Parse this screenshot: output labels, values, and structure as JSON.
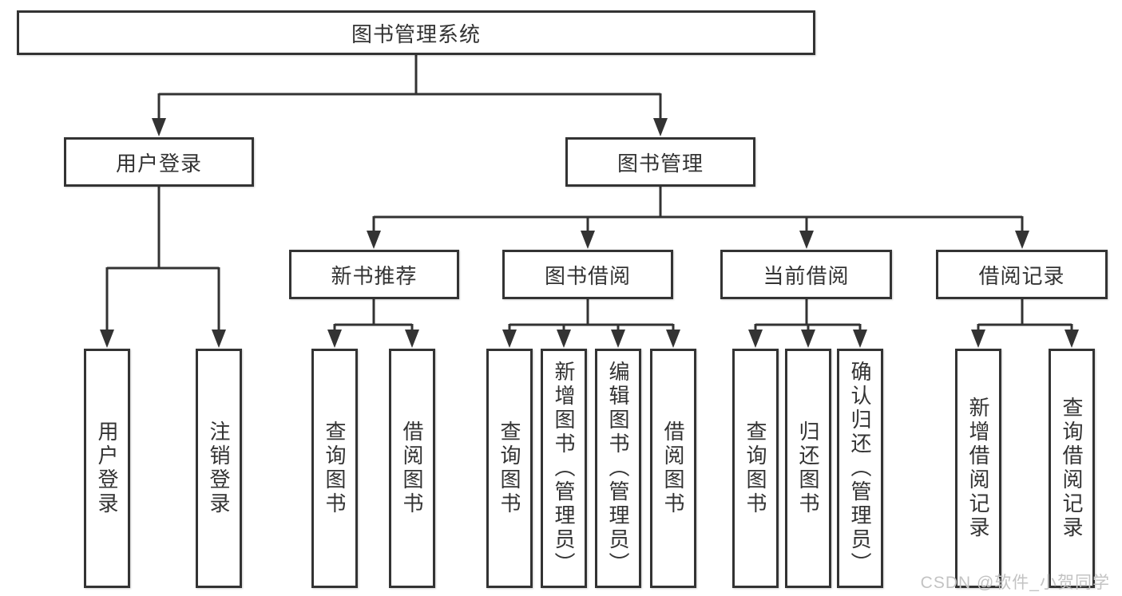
{
  "tree": {
    "root": {
      "label": "图书管理系统",
      "children": [
        {
          "label": "用户登录",
          "children": [
            {
              "label": "用户登录"
            },
            {
              "label": "注销登录"
            }
          ]
        },
        {
          "label": "图书管理",
          "children": [
            {
              "label": "新书推荐",
              "children": [
                {
                  "label": "查询图书"
                },
                {
                  "label": "借阅图书"
                }
              ]
            },
            {
              "label": "图书借阅",
              "children": [
                {
                  "label": "查询图书"
                },
                {
                  "label": "新增图书（管理员）"
                },
                {
                  "label": "编辑图书（管理员）"
                },
                {
                  "label": "借阅图书"
                }
              ]
            },
            {
              "label": "当前借阅",
              "children": [
                {
                  "label": "查询图书"
                },
                {
                  "label": "归还图书"
                },
                {
                  "label": "确认归还（管理员）"
                }
              ]
            },
            {
              "label": "借阅记录",
              "children": [
                {
                  "label": "新增借阅记录"
                },
                {
                  "label": "查询借阅记录"
                }
              ]
            }
          ]
        }
      ]
    }
  },
  "watermark": {
    "text": "CSDN @软件_小贺同学",
    "color": "#c3c3c3"
  },
  "colors": {
    "line": "#333333",
    "box_border": "#333333",
    "text": "#333333",
    "background": "#ffffff"
  }
}
